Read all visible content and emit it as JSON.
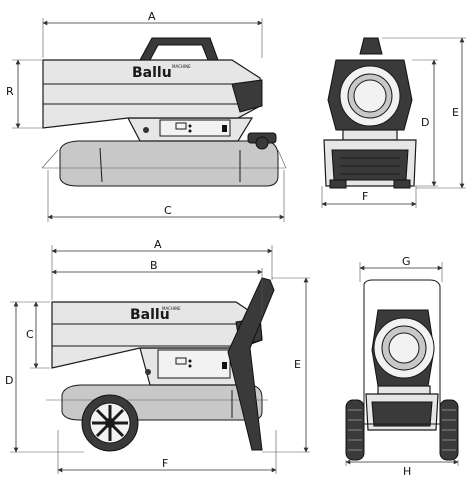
{
  "labels": {
    "top_side": {
      "A": "A",
      "R": "R",
      "C": "C"
    },
    "top_front": {
      "D": "D",
      "E": "E",
      "F": "F"
    },
    "bottom_side": {
      "A": "A",
      "B": "B",
      "C": "C",
      "D": "D",
      "E": "E",
      "F": "F"
    },
    "bottom_front": {
      "G": "G",
      "H": "H"
    }
  },
  "brand": {
    "logo": "Ballu",
    "logo_tag": "MACHINE"
  }
}
